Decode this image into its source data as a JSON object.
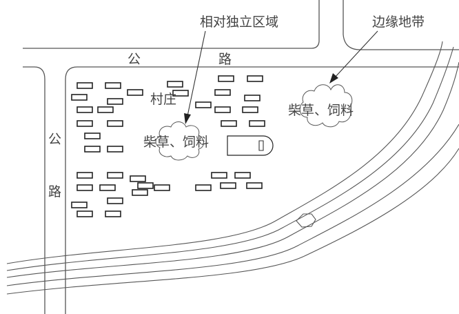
{
  "labels": {
    "independent_zone": "相对独立区域",
    "edge_zone": "边缘地带",
    "road_top_left": "公",
    "road_top_right": "路",
    "road_left_top": "公",
    "road_left_bottom": "路",
    "village": "村庄",
    "fodder_right": "柴草、饲料",
    "fodder_center": "柴草、饲料"
  },
  "colors": {
    "line": "#555555",
    "building_outline": "#222222",
    "text": "#444444",
    "background": "#ffffff"
  }
}
